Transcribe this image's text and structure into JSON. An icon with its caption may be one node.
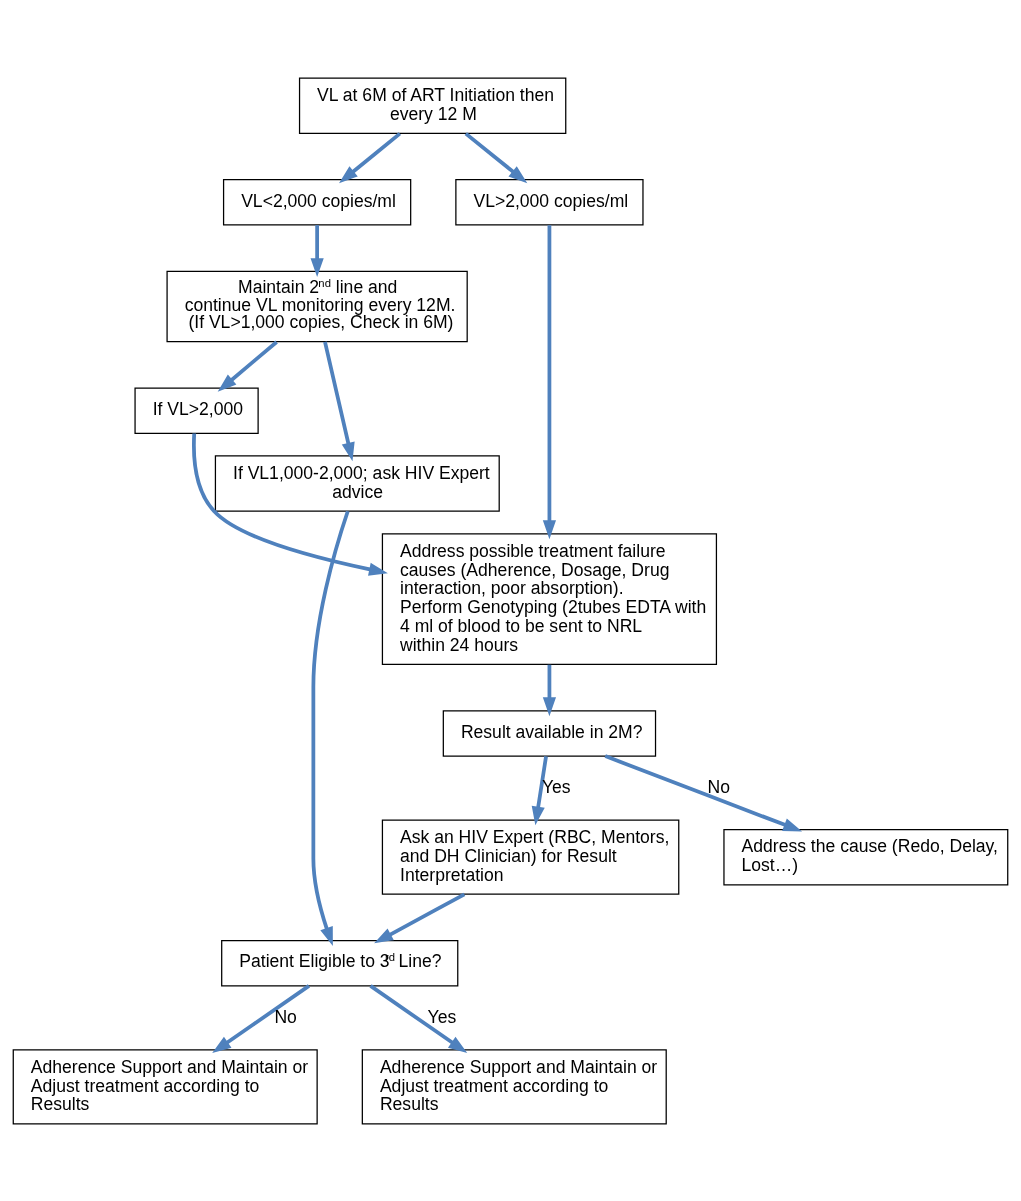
{
  "diagram": {
    "nodes": [
      {
        "text": [
          "VL at 6M of ART Initiation then every 12 M"
        ]
      },
      {
        "text": [
          "VL<2,000 copies/ml"
        ]
      },
      {
        "text": [
          "VL>2,000 copies/ml"
        ]
      },
      {
        "text": [
          "Maintain 2$^{nd}$ line and continue VL monitoring every 12M. (If VL>1,000 copies, Check in 6M)"
        ]
      },
      {
        "text": [
          "Address possible treatment failure causes (Adherence, Dosage, Drug interaction, poor absorption).",
          "Perform Genotyping (2tubes EDTA with 4 ml of blood to be sent to NRL within 24 hours"
        ]
      },
      {
        "text": [
          "If VL>2,000"
        ]
      },
      {
        "text": [
          "If VL1,000-2,000; ask HIV Expert advice"
        ]
      },
      {
        "text": [
          "Result available in 2M?"
        ]
      },
      {
        "text": [
          "Ask an HIV Expert (RBC, Mentors, and DH Clinician) for Result Interpretation"
        ]
      },
      {
        "text": [
          "Address the cause (Redo, Delay, Lost…)"
        ]
      },
      {
        "text": [
          "Patient Eligible to 3$^{rd}$ Line?"
        ]
      },
      {
        "text": [
          "Adherence Support and Maintain or Adjust treatment according to Results"
        ]
      },
      {
        "text": [
          "Adherence Support and Maintain or Adjust treatment according to Results"
        ]
      }
    ],
    "edges": [
      {
        "from": 0,
        "to": 1,
        "arrow": "to"
      },
      {
        "from": 0,
        "to": 2,
        "arrow": "to"
      },
      {
        "from": 1,
        "to": 3,
        "arrow": "to"
      },
      {
        "from": 2,
        "to": 4,
        "arrow": "to"
      },
      {
        "from": 3,
        "to": 5,
        "arrow": "to"
      },
      {
        "from": 5,
        "to": 4,
        "arrow": "to"
      },
      {
        "from": 3,
        "to": 6,
        "arrow": "to"
      },
      {
        "from": 4,
        "to": 7,
        "arrow": "to"
      },
      {
        "from": 7,
        "to": 8,
        "arrow": "to",
        "label": "Yes"
      },
      {
        "from": 7,
        "to": 9,
        "arrow": "to",
        "label": "No"
      },
      {
        "from": 6,
        "to": 10,
        "arrow": "to"
      },
      {
        "from": 8,
        "to": 10,
        "arrow": "to"
      },
      {
        "from": 10,
        "to": 11,
        "arrow": "to",
        "label": "No"
      },
      {
        "from": 10,
        "to": 12,
        "arrow": "to",
        "label": "Yes"
      }
    ]
  }
}
